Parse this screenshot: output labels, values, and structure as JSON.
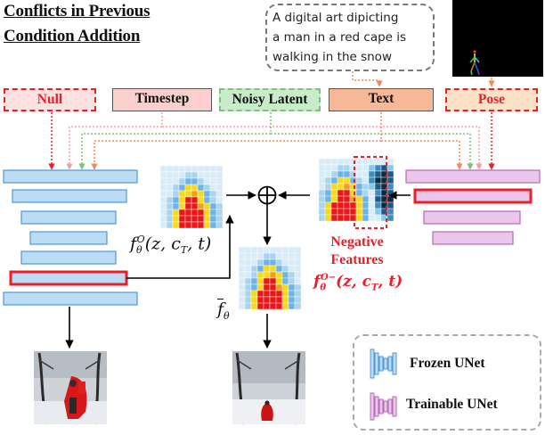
{
  "title": {
    "line1": "Conflicts in Previous",
    "line2": "Condition Addition"
  },
  "prompt": {
    "lines": [
      "A digital art dipicting",
      "a man in a red cape is",
      "walking in the snow"
    ]
  },
  "conditions": {
    "null": "Null",
    "timestep": "Timestep",
    "noisy_latent": "Noisy Latent",
    "text": "Text",
    "pose": "Pose"
  },
  "formulas": {
    "f_o": "f",
    "f_o_sup": "O",
    "f_o_args": "(z, c",
    "f_o_sub_T": "T",
    "f_o_tail": ", t)",
    "f_bar": "f",
    "f_bar_sub": "θ",
    "theta": "θ",
    "neg_f": "f",
    "neg_sup": "O−",
    "neg_args": "(z, c",
    "neg_sub_T": "T",
    "neg_tail": ", t)"
  },
  "negative_label": {
    "line1": "Negative",
    "line2": "Features"
  },
  "legend": {
    "frozen": "Frozen UNet",
    "trainable": "Trainable UNet"
  },
  "colors": {
    "frozen_fill": "#bcdcf4",
    "frozen_stroke": "#4f97d8",
    "trainable_fill": "#ebc6eb",
    "trainable_stroke": "#b66ab6",
    "highlight_red": "#e8202a",
    "null_fill": "#fde0e0",
    "timestep_fill": "#fbd0cc",
    "noisy_fill": "#c8ecc8",
    "text_fill": "#f6b896",
    "pose_fill": "#fde2c8"
  },
  "icons": {
    "plus": "circled-plus-icon",
    "frozen": "frozen-unet-icon",
    "trainable": "trainable-unet-icon"
  }
}
